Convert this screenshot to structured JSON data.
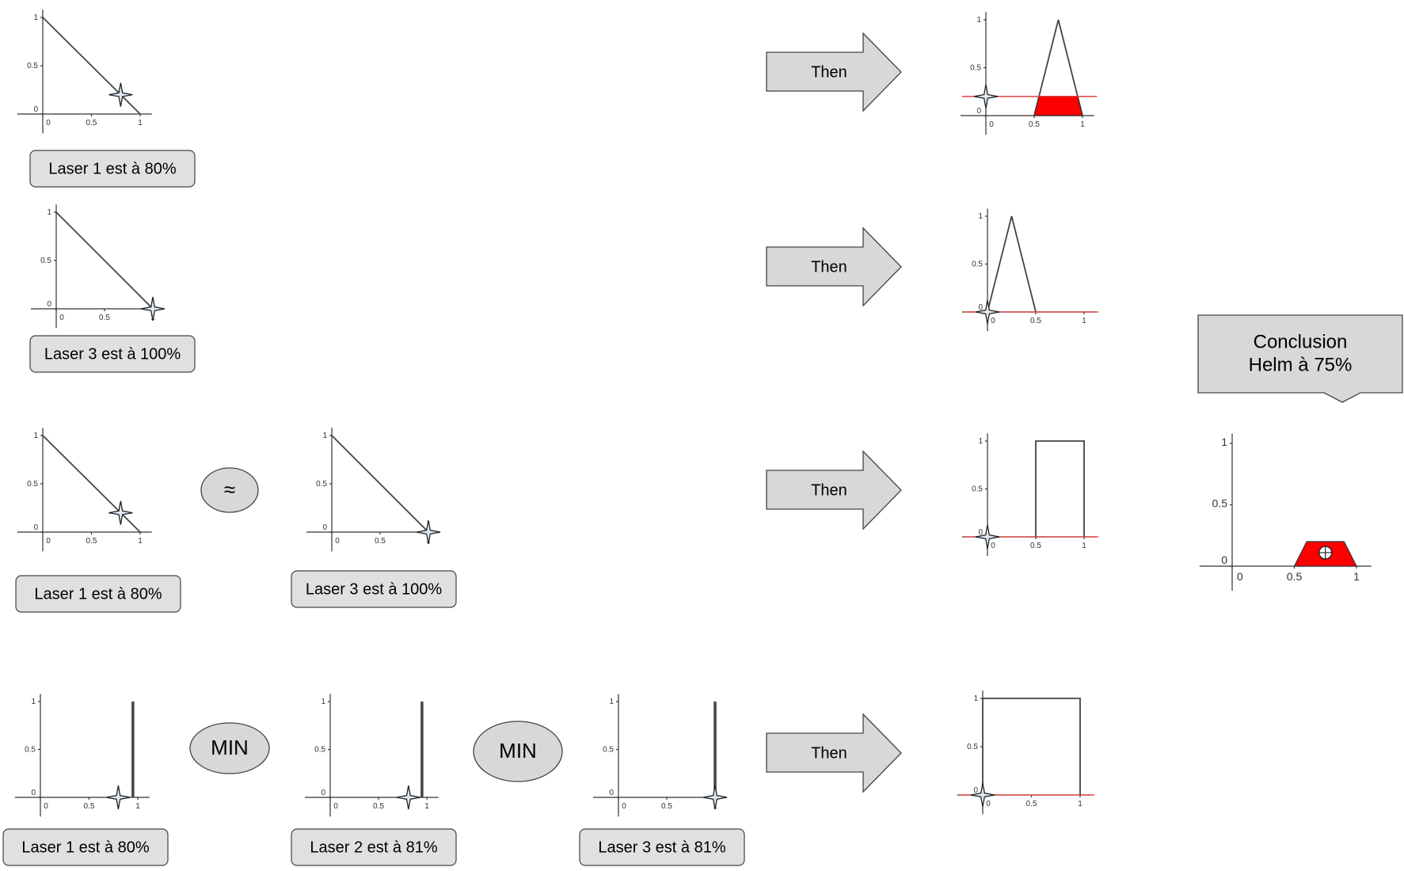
{
  "labels": {
    "r1_laser1": "Laser 1 est à 80%",
    "r2_laser3": "Laser 3 est à 100%",
    "r3_laser1": "Laser 1 est à 80%",
    "r3_laser3": "Laser 3 est à 100%",
    "r4_laser1": "Laser 1 est à 80%",
    "r4_laser2": "Laser 2 est à 81%",
    "r4_laser3": "Laser 3 est à 81%"
  },
  "operators": {
    "approx": "≈",
    "min1": "MIN",
    "min2": "MIN"
  },
  "arrows": [
    "Then",
    "Then",
    "Then",
    "Then"
  ],
  "conclusion": {
    "line1": "Conclusion",
    "line2": "Helm à 75%"
  },
  "axis_ticks": {
    "x": [
      "0",
      "0.5",
      "1"
    ],
    "y": [
      "0",
      "0.5",
      "1"
    ]
  },
  "colors": {
    "activated_area": "#ff0000",
    "cut_line": "#e03030",
    "box_fill": "#e0e0e0"
  },
  "chart_data": [
    {
      "type": "line",
      "role": "input",
      "rule": 1,
      "shape": "decreasing-ramp",
      "x": [
        0,
        1
      ],
      "y": [
        1,
        0
      ],
      "marker_x": 0.8,
      "marker_y": 0.2
    },
    {
      "type": "line",
      "role": "input",
      "rule": 2,
      "shape": "decreasing-ramp",
      "x": [
        0,
        1
      ],
      "y": [
        1,
        0
      ],
      "marker_x": 1.0,
      "marker_y": 0.0
    },
    {
      "type": "line",
      "role": "input",
      "rule": 3,
      "shape": "decreasing-ramp",
      "x": [
        0,
        1
      ],
      "y": [
        1,
        0
      ],
      "marker_x": 0.8,
      "marker_y": 0.2
    },
    {
      "type": "line",
      "role": "input",
      "rule": 3,
      "shape": "decreasing-ramp",
      "x": [
        0,
        1
      ],
      "y": [
        1,
        0
      ],
      "marker_x": 1.0,
      "marker_y": 0.0
    },
    {
      "type": "line",
      "role": "input",
      "rule": 4,
      "shape": "singleton",
      "x": [
        0.95,
        0.95
      ],
      "y": [
        0,
        1
      ],
      "marker_x": 0.8,
      "marker_y": 0.0
    },
    {
      "type": "line",
      "role": "input",
      "rule": 4,
      "shape": "singleton",
      "x": [
        0.95,
        0.95
      ],
      "y": [
        0,
        1
      ],
      "marker_x": 0.81,
      "marker_y": 0.0
    },
    {
      "type": "line",
      "role": "input",
      "rule": 4,
      "shape": "singleton",
      "x": [
        1,
        1
      ],
      "y": [
        0,
        1
      ],
      "marker_x": 1.0,
      "marker_y": 0.0
    },
    {
      "type": "area",
      "role": "output",
      "rule": 1,
      "shape": "triangle",
      "x": [
        0.5,
        0.75,
        1
      ],
      "y": [
        0,
        1,
        0
      ],
      "cut": 0.2
    },
    {
      "type": "area",
      "role": "output",
      "rule": 2,
      "shape": "triangle",
      "x": [
        0,
        0.25,
        0.5
      ],
      "y": [
        0,
        1,
        0
      ],
      "cut": 0
    },
    {
      "type": "area",
      "role": "output",
      "rule": 3,
      "shape": "rectangle",
      "x": [
        0.5,
        0.5,
        1,
        1
      ],
      "y": [
        0,
        1,
        1,
        0
      ],
      "cut": 0
    },
    {
      "type": "area",
      "role": "output",
      "rule": 4,
      "shape": "rectangle",
      "x": [
        0,
        0,
        1,
        1
      ],
      "y": [
        0,
        1,
        1,
        0
      ],
      "cut": 0
    },
    {
      "type": "area",
      "role": "aggregate",
      "shape": "trapezoid",
      "x": [
        0.5,
        0.6,
        0.9,
        1
      ],
      "y": [
        0,
        0.2,
        0.2,
        0
      ],
      "centroid_x": 0.75
    }
  ]
}
